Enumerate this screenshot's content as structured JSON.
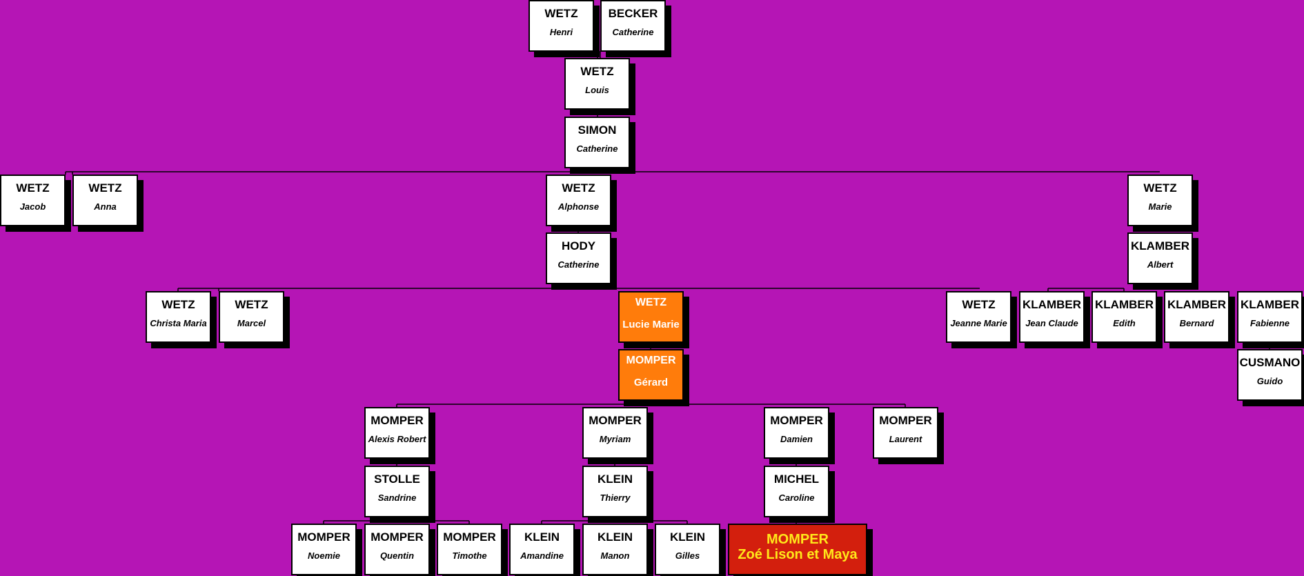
{
  "accent_colors": {
    "background": "#b515b5",
    "box": "#ffffff",
    "highlight": "#ff7c0b",
    "main_person": "#d31f0d",
    "main_text": "#ffe81a"
  },
  "people": [
    {
      "id": "henri",
      "surname": "WETZ",
      "given": "Henri",
      "kind": "normal"
    },
    {
      "id": "catherine-becker",
      "surname": "BECKER",
      "given": "Catherine",
      "kind": "normal"
    },
    {
      "id": "louis",
      "surname": "WETZ",
      "given": "Louis",
      "kind": "normal"
    },
    {
      "id": "catherine-simon",
      "surname": "SIMON",
      "given": "Catherine",
      "kind": "normal"
    },
    {
      "id": "jacob",
      "surname": "WETZ",
      "given": "Jacob",
      "kind": "normal"
    },
    {
      "id": "anna",
      "surname": "WETZ",
      "given": "Anna",
      "kind": "normal"
    },
    {
      "id": "alphonse",
      "surname": "WETZ",
      "given": "Alphonse",
      "kind": "normal"
    },
    {
      "id": "catherine-hody",
      "surname": "HODY",
      "given": "Catherine",
      "kind": "normal"
    },
    {
      "id": "marie",
      "surname": "WETZ",
      "given": "Marie",
      "kind": "normal"
    },
    {
      "id": "albert",
      "surname": "KLAMBER",
      "given": "Albert",
      "kind": "normal"
    },
    {
      "id": "christa",
      "surname": "WETZ",
      "given": "Christa Maria",
      "kind": "normal"
    },
    {
      "id": "marcel",
      "surname": "WETZ",
      "given": "Marcel",
      "kind": "normal"
    },
    {
      "id": "lucie",
      "surname": "WETZ",
      "given": "Lucie Marie",
      "kind": "highlight"
    },
    {
      "id": "gerard",
      "surname": "MOMPER",
      "given": "Gérard",
      "kind": "highlight"
    },
    {
      "id": "jeanne",
      "surname": "WETZ",
      "given": "Jeanne Marie",
      "kind": "normal"
    },
    {
      "id": "jean-claude",
      "surname": "KLAMBER",
      "given": "Jean Claude",
      "kind": "normal"
    },
    {
      "id": "edith",
      "surname": "KLAMBER",
      "given": "Edith",
      "kind": "normal"
    },
    {
      "id": "bernard",
      "surname": "KLAMBER",
      "given": "Bernard",
      "kind": "normal"
    },
    {
      "id": "fabienne",
      "surname": "KLAMBER",
      "given": "Fabienne",
      "kind": "normal"
    },
    {
      "id": "guido",
      "surname": "CUSMANO",
      "given": "Guido",
      "kind": "normal"
    },
    {
      "id": "alexis",
      "surname": "MOMPER",
      "given": "Alexis Robert",
      "kind": "normal"
    },
    {
      "id": "sandrine",
      "surname": "STOLLE",
      "given": "Sandrine",
      "kind": "normal"
    },
    {
      "id": "myriam",
      "surname": "MOMPER",
      "given": "Myriam",
      "kind": "normal"
    },
    {
      "id": "thierry",
      "surname": "KLEIN",
      "given": "Thierry",
      "kind": "normal"
    },
    {
      "id": "damien",
      "surname": "MOMPER",
      "given": "Damien",
      "kind": "normal"
    },
    {
      "id": "caroline",
      "surname": "MICHEL",
      "given": "Caroline",
      "kind": "normal"
    },
    {
      "id": "laurent",
      "surname": "MOMPER",
      "given": "Laurent",
      "kind": "normal"
    },
    {
      "id": "noemie",
      "surname": "MOMPER",
      "given": "Noemie",
      "kind": "normal"
    },
    {
      "id": "quentin",
      "surname": "MOMPER",
      "given": "Quentin",
      "kind": "normal"
    },
    {
      "id": "timothe",
      "surname": "MOMPER",
      "given": "Timothe",
      "kind": "normal"
    },
    {
      "id": "amandine",
      "surname": "KLEIN",
      "given": "Amandine",
      "kind": "normal"
    },
    {
      "id": "manon",
      "surname": "KLEIN",
      "given": "Manon",
      "kind": "normal"
    },
    {
      "id": "gilles",
      "surname": "KLEIN",
      "given": "Gilles",
      "kind": "normal"
    },
    {
      "id": "zoe",
      "surname": "MOMPER",
      "given": "Zoé Lison et Maya",
      "kind": "main"
    }
  ]
}
